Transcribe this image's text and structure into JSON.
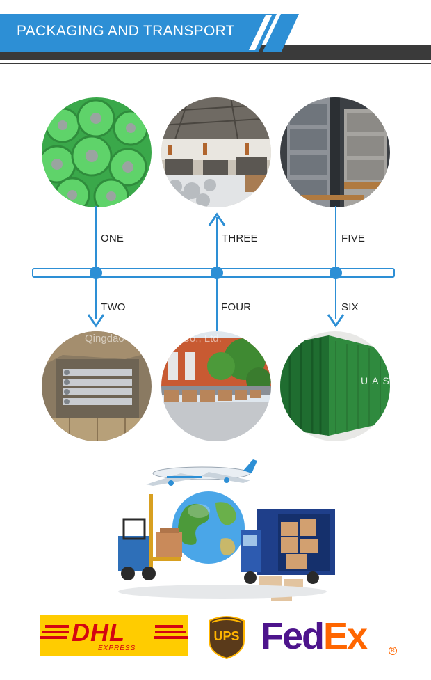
{
  "header": {
    "title": "PACKAGING AND TRANSPORT",
    "accent_color": "#2d8fd5",
    "dark_color": "#3a3a3a"
  },
  "steps": [
    {
      "label": "ONE",
      "photo": "green-rollers"
    },
    {
      "label": "TWO",
      "photo": "carton-packing"
    },
    {
      "label": "THREE",
      "photo": "warehouse"
    },
    {
      "label": "FOUR",
      "photo": "factory-yard"
    },
    {
      "label": "FIVE",
      "photo": "container-loading"
    },
    {
      "label": "SIX",
      "photo": "shipping-container"
    }
  ],
  "watermark": "Qingdao                e Internatio                 Co., Ltd.",
  "carriers": {
    "dhl": {
      "name": "DHL",
      "sub": "EXPRESS"
    },
    "ups": {
      "name": "UPS"
    },
    "fedex": {
      "part1": "Fed",
      "part2": "Ex",
      "reg": "R"
    }
  },
  "icons": [
    "airplane-icon",
    "globe-icon",
    "forklift-icon",
    "truck-icon",
    "arrow-down-icon",
    "arrow-up-icon"
  ]
}
